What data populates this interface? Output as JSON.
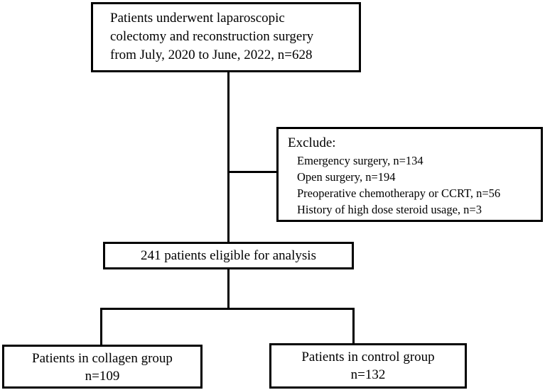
{
  "flowchart": {
    "top_box": {
      "lines": [
        "Patients underwent laparoscopic",
        "colectomy and reconstruction surgery",
        "from July, 2020 to June, 2022, n=628"
      ]
    },
    "exclude_box": {
      "title": "Exclude:",
      "items": [
        "Emergency surgery, n=134",
        "Open surgery, n=194",
        "Preoperative chemotherapy or CCRT, n=56",
        "History of high dose steroid usage, n=3"
      ]
    },
    "eligible_box": {
      "text": "241 patients eligible for analysis"
    },
    "collagen_box": {
      "label": "Patients in collagen group",
      "count": "n=109"
    },
    "control_box": {
      "label": "Patients in control group",
      "count": "n=132"
    }
  }
}
